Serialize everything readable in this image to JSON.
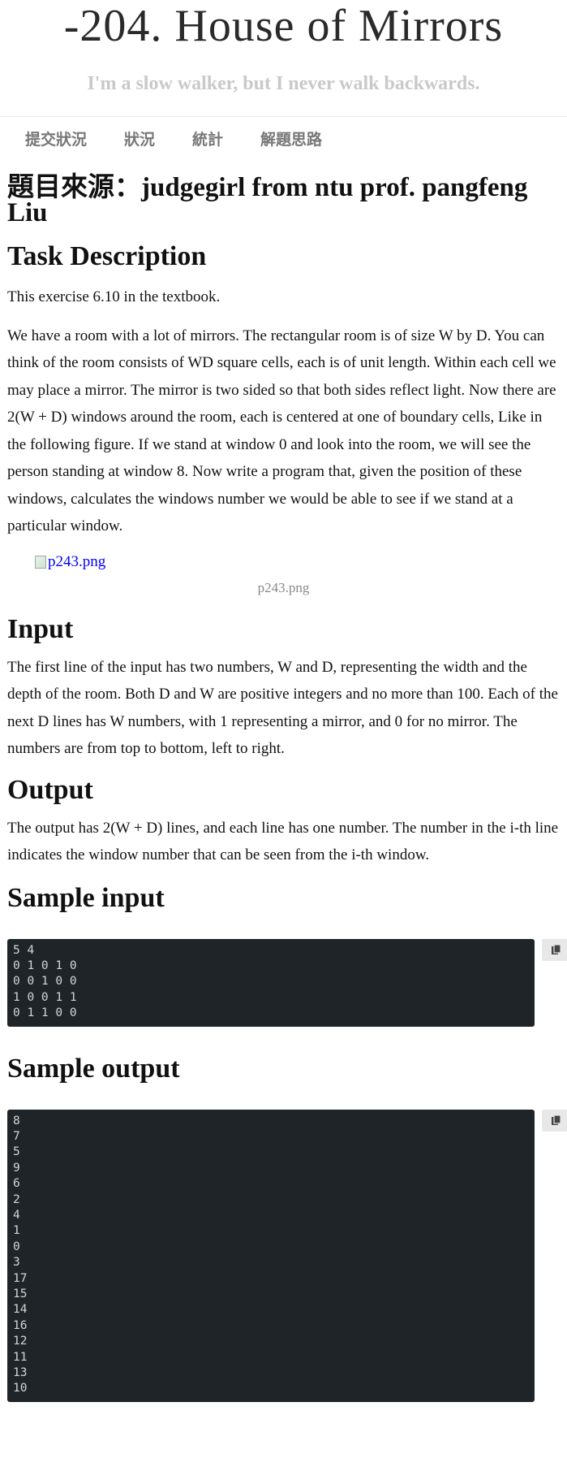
{
  "site": {
    "title": "-204. House of Mirrors",
    "tagline": "I'm a slow walker, but I never walk backwards."
  },
  "nav": [
    {
      "label": "提交狀況"
    },
    {
      "label": "狀況"
    },
    {
      "label": "統計"
    },
    {
      "label": "解題思路"
    }
  ],
  "problem": {
    "source": "題目來源：judgegirl from ntu prof. pangfeng Liu",
    "task_heading": "Task Description",
    "task_intro": "This exercise 6.10 in the textbook.",
    "task_body": {
      "t1": "We have a room with a lot of mirrors. The rectangular room is of size ",
      "w1": "W",
      "t2": " by ",
      "d1": "D",
      "t3": ". You can think of the room consists of ",
      "wd": "WD",
      "t4": " square cells, each is of unit length. Within each cell we may place a mirror. The mirror is two sided so that both sides reflect light. Now there are ",
      "expr": "2(W + D)",
      "t5": " windows around the room, each is centered at one of boundary cells, Like in the following figure. If we stand at window 0 and look into the room, we will see the person standing at window 8. Now write a program that, given the position of these windows, calculates the windows number we would be able to see if we stand at a particular window."
    },
    "figure": {
      "alt": "p243.png",
      "caption": "p243.png"
    },
    "input_heading": "Input",
    "input_body": {
      "t1": "The first line of the input has two numbers, ",
      "w1": "W",
      "t2": " and ",
      "d1": "D",
      "t3": ", representing the width and the depth of the room. Both ",
      "d2": "D",
      "t4": " and ",
      "w2": "W",
      "t5": " are positive integers and no more than 100. Each of the next ",
      "d3": "D",
      "t6": " lines has ",
      "w3": "W",
      "t7": " numbers, with 1 representing a mirror, and 0 for no mirror. The numbers are from top to bottom, left to right."
    },
    "output_heading": "Output",
    "output_body": {
      "t1": "The output has ",
      "expr": "2(W + D)",
      "t2": " lines, and each line has one number. The number in the i-th line indicates the window number that can be seen from the i-th window."
    },
    "sample_input_heading": "Sample input",
    "sample_input": "5 4\n0 1 0 1 0\n0 0 1 0 0\n1 0 0 1 1\n0 1 1 0 0",
    "sample_output_heading": "Sample output",
    "sample_output": "8\n7\n5\n9\n6\n2\n4\n1\n0\n3\n17\n15\n14\n16\n12\n11\n13\n10"
  },
  "icons": {
    "copy": "clipboard-copy-icon"
  }
}
